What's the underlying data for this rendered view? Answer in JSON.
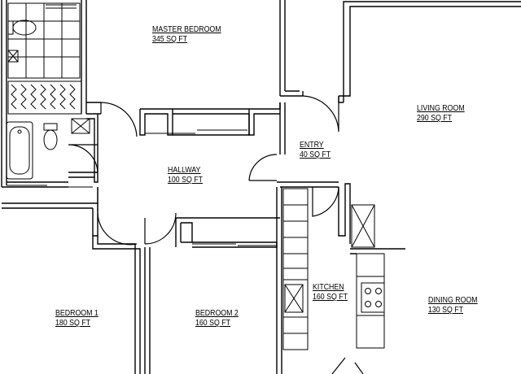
{
  "rooms": {
    "master_bedroom": {
      "name": "MASTER BEDROOM",
      "area": "345 SQ FT"
    },
    "living_room": {
      "name": "LIVING ROOM",
      "area": "290 SQ FT"
    },
    "entry": {
      "name": "ENTRY",
      "area": "40 SQ FT"
    },
    "hallway": {
      "name": "HALLWAY",
      "area": "100 SQ FT"
    },
    "kitchen": {
      "name": "KITCHEN",
      "area": "160 SQ FT"
    },
    "dining_room": {
      "name": "DINING ROOM",
      "area": "130 SQ FT"
    },
    "bedroom_1": {
      "name": "BEDROOM 1",
      "area": "180 SQ FT"
    },
    "bedroom_2": {
      "name": "BEDROOM 2",
      "area": "160 SQ FT"
    }
  },
  "colors": {
    "line": "#000000",
    "background": "#ffffff"
  }
}
